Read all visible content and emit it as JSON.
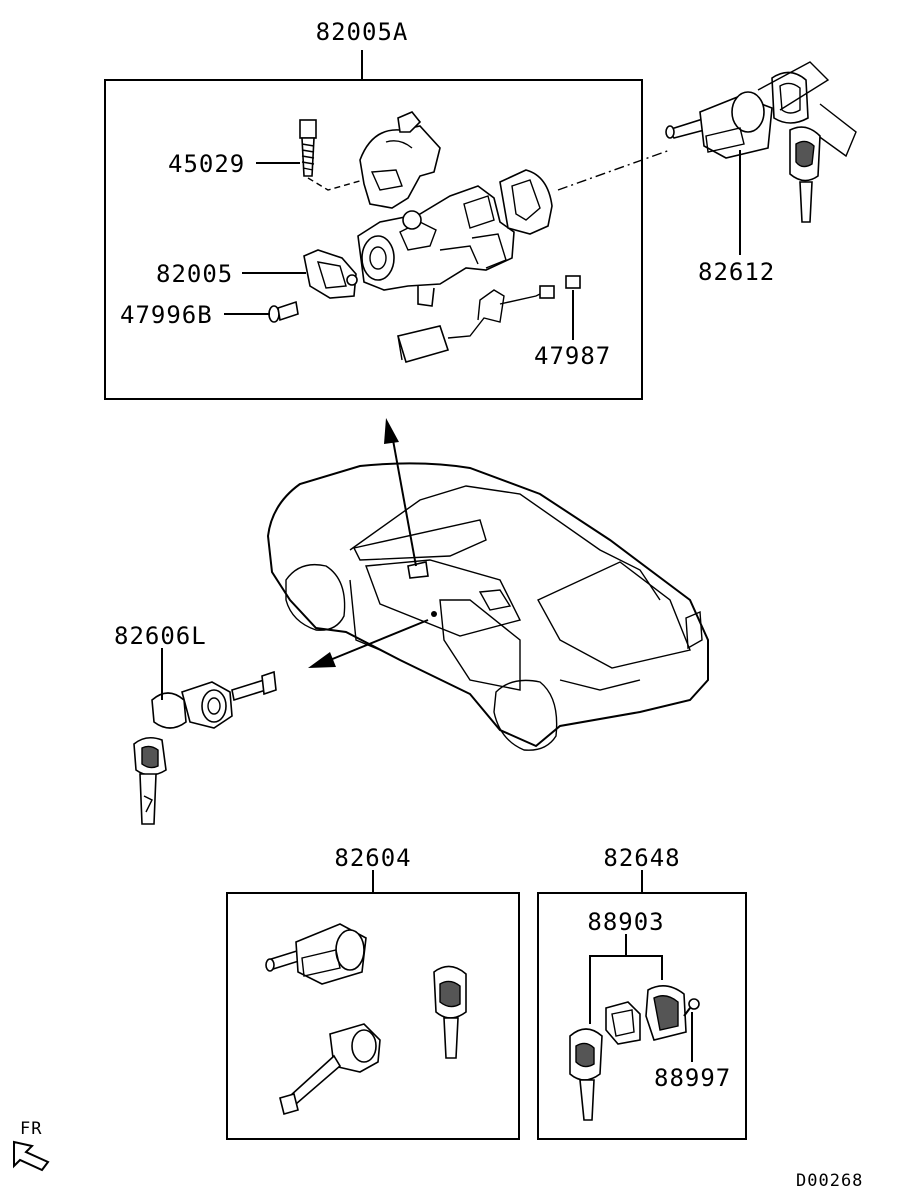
{
  "callouts": {
    "c82005A": "82005A",
    "c45029": "45029",
    "c82005": "82005",
    "c47996B": "47996B",
    "c47987": "47987",
    "c82612": "82612",
    "c82606L": "82606L",
    "c82604": "82604",
    "c82648": "82648",
    "c88903": "88903",
    "c88997": "88997"
  },
  "orientation_label": "FR",
  "diagram_code": "D00268"
}
